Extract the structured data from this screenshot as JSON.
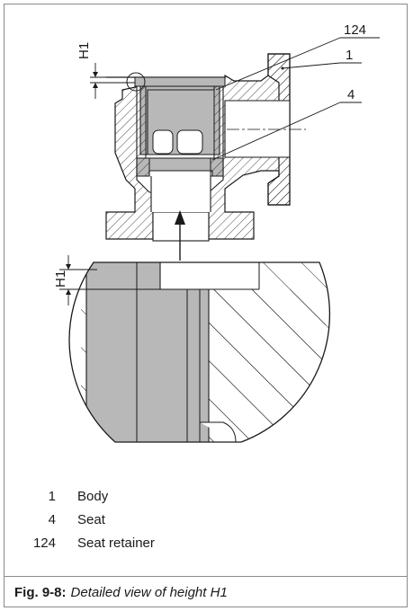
{
  "callouts": {
    "c124": "124",
    "c1": "1",
    "c4": "4",
    "h1_top": "H1",
    "h1_detail": "H1"
  },
  "legend": [
    {
      "number": "1",
      "label": "Body"
    },
    {
      "number": "4",
      "label": "Seat"
    },
    {
      "number": "124",
      "label": "Seat retainer"
    }
  ],
  "caption": {
    "label": "Fig. 9-8:",
    "text": "Detailed view of height H1"
  },
  "colors": {
    "part_fill": "#b8b8b8",
    "line": "#1a1a1a",
    "frame": "#8a8a8a"
  }
}
